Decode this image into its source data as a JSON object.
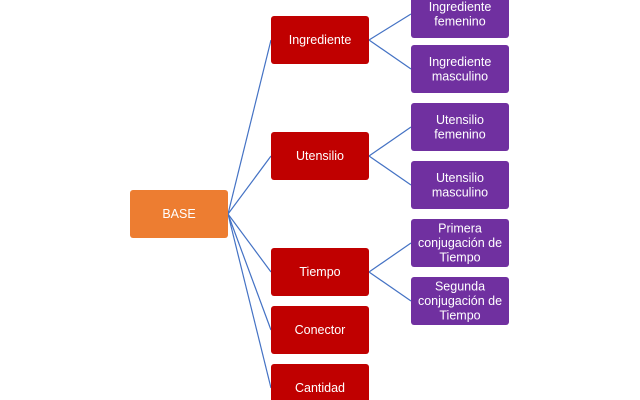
{
  "colors": {
    "root": "#ED7D31",
    "level1": "#C00000",
    "level2": "#7030A0",
    "connector": "#4472C4",
    "text": "#FFFFFF"
  },
  "root": {
    "label": "BASE"
  },
  "categories": [
    {
      "label": "Ingrediente",
      "children": [
        {
          "lines": [
            "Ingrediente",
            "femenino"
          ]
        },
        {
          "lines": [
            "Ingrediente",
            "masculino"
          ]
        }
      ]
    },
    {
      "label": "Utensilio",
      "children": [
        {
          "lines": [
            "Utensilio",
            "femenino"
          ]
        },
        {
          "lines": [
            "Utensilio",
            "masculino"
          ]
        }
      ]
    },
    {
      "label": "Tiempo",
      "children": [
        {
          "lines": [
            "Primera",
            "conjugación de",
            "Tiempo"
          ]
        },
        {
          "lines": [
            "Segunda",
            "conjugación de",
            "Tiempo"
          ]
        }
      ]
    },
    {
      "label": "Conector",
      "children": []
    },
    {
      "label": "Cantidad",
      "children": []
    }
  ]
}
